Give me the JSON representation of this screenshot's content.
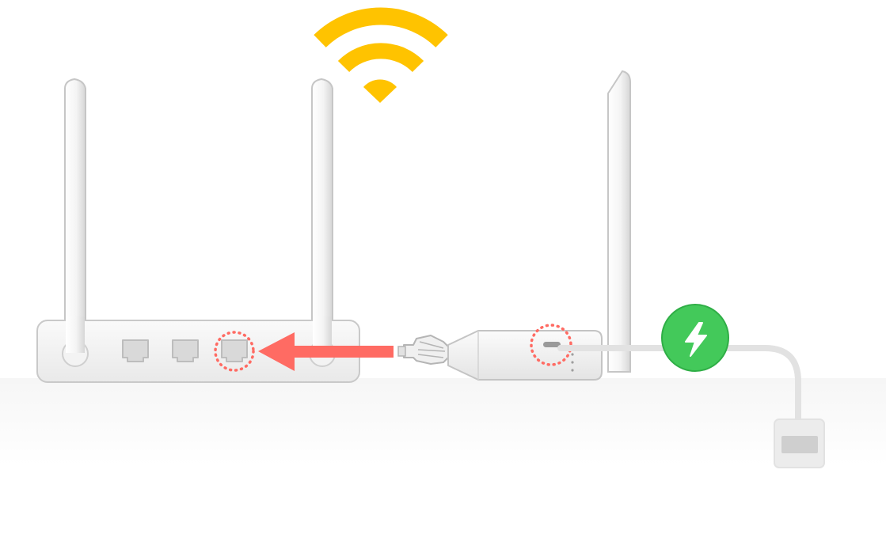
{
  "diagram": {
    "kind": "router-setup-illustration",
    "colors": {
      "wifi": "#FFC300",
      "arrow": "#FF6B63",
      "highlight_ring": "#FF6B63",
      "power_badge": "#43C95A",
      "device_fill": "#F2F2F2",
      "device_stroke": "#C9C9C9"
    },
    "icons": {
      "wifi": "wifi-signal-icon",
      "power": "lightning-bolt-icon",
      "arrow": "left-arrow-icon"
    },
    "router": {
      "antenna_count": 2,
      "lan_port_count": 3,
      "highlighted_port": 3
    },
    "extender": {
      "antenna_count": 1,
      "highlighted_port": "micro-usb"
    }
  }
}
